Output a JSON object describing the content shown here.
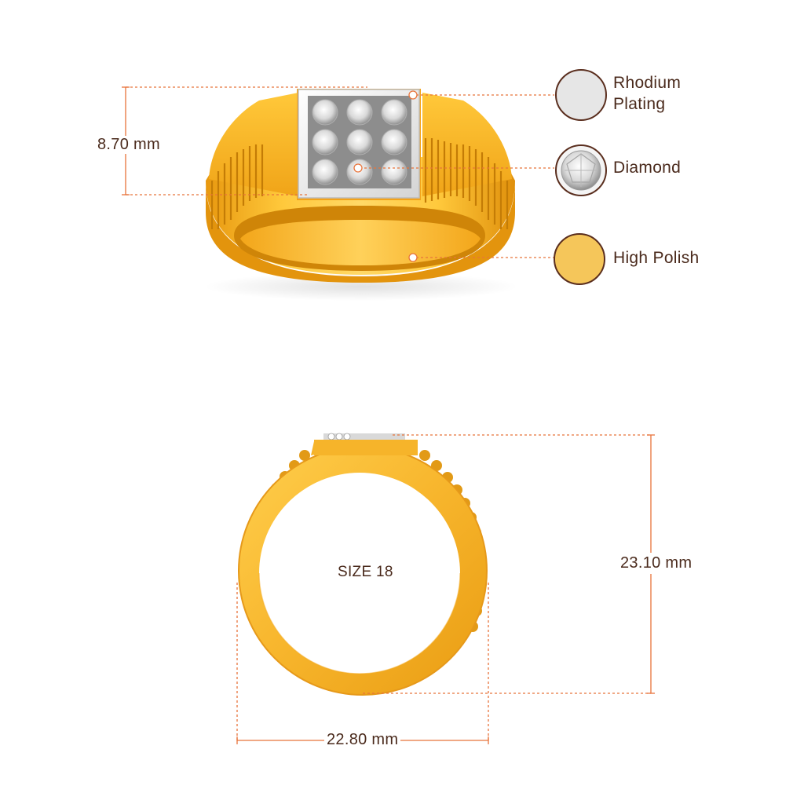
{
  "top_view": {
    "height_dimension": "8.70 mm"
  },
  "legend": [
    {
      "label": "Rhodium\nPlating",
      "swatch_color": "#e6e6e6",
      "icon": "rhodium-swatch-icon"
    },
    {
      "label": "Diamond",
      "swatch_color": "#f2f2f2",
      "icon": "diamond-swatch-icon"
    },
    {
      "label": "High Polish",
      "swatch_color": "#f5c65a",
      "icon": "high-polish-swatch-icon"
    }
  ],
  "side_view": {
    "size_label": "SIZE 18",
    "height_dimension": "23.10 mm",
    "width_dimension": "22.80 mm"
  },
  "colors": {
    "dimension_line": "#e8743b",
    "gold": "#f7b52c",
    "gold_dark": "#e69a12",
    "gold_light": "#ffd66e",
    "swatch_border": "#5a2e1e",
    "text": "#4a2a1c"
  }
}
